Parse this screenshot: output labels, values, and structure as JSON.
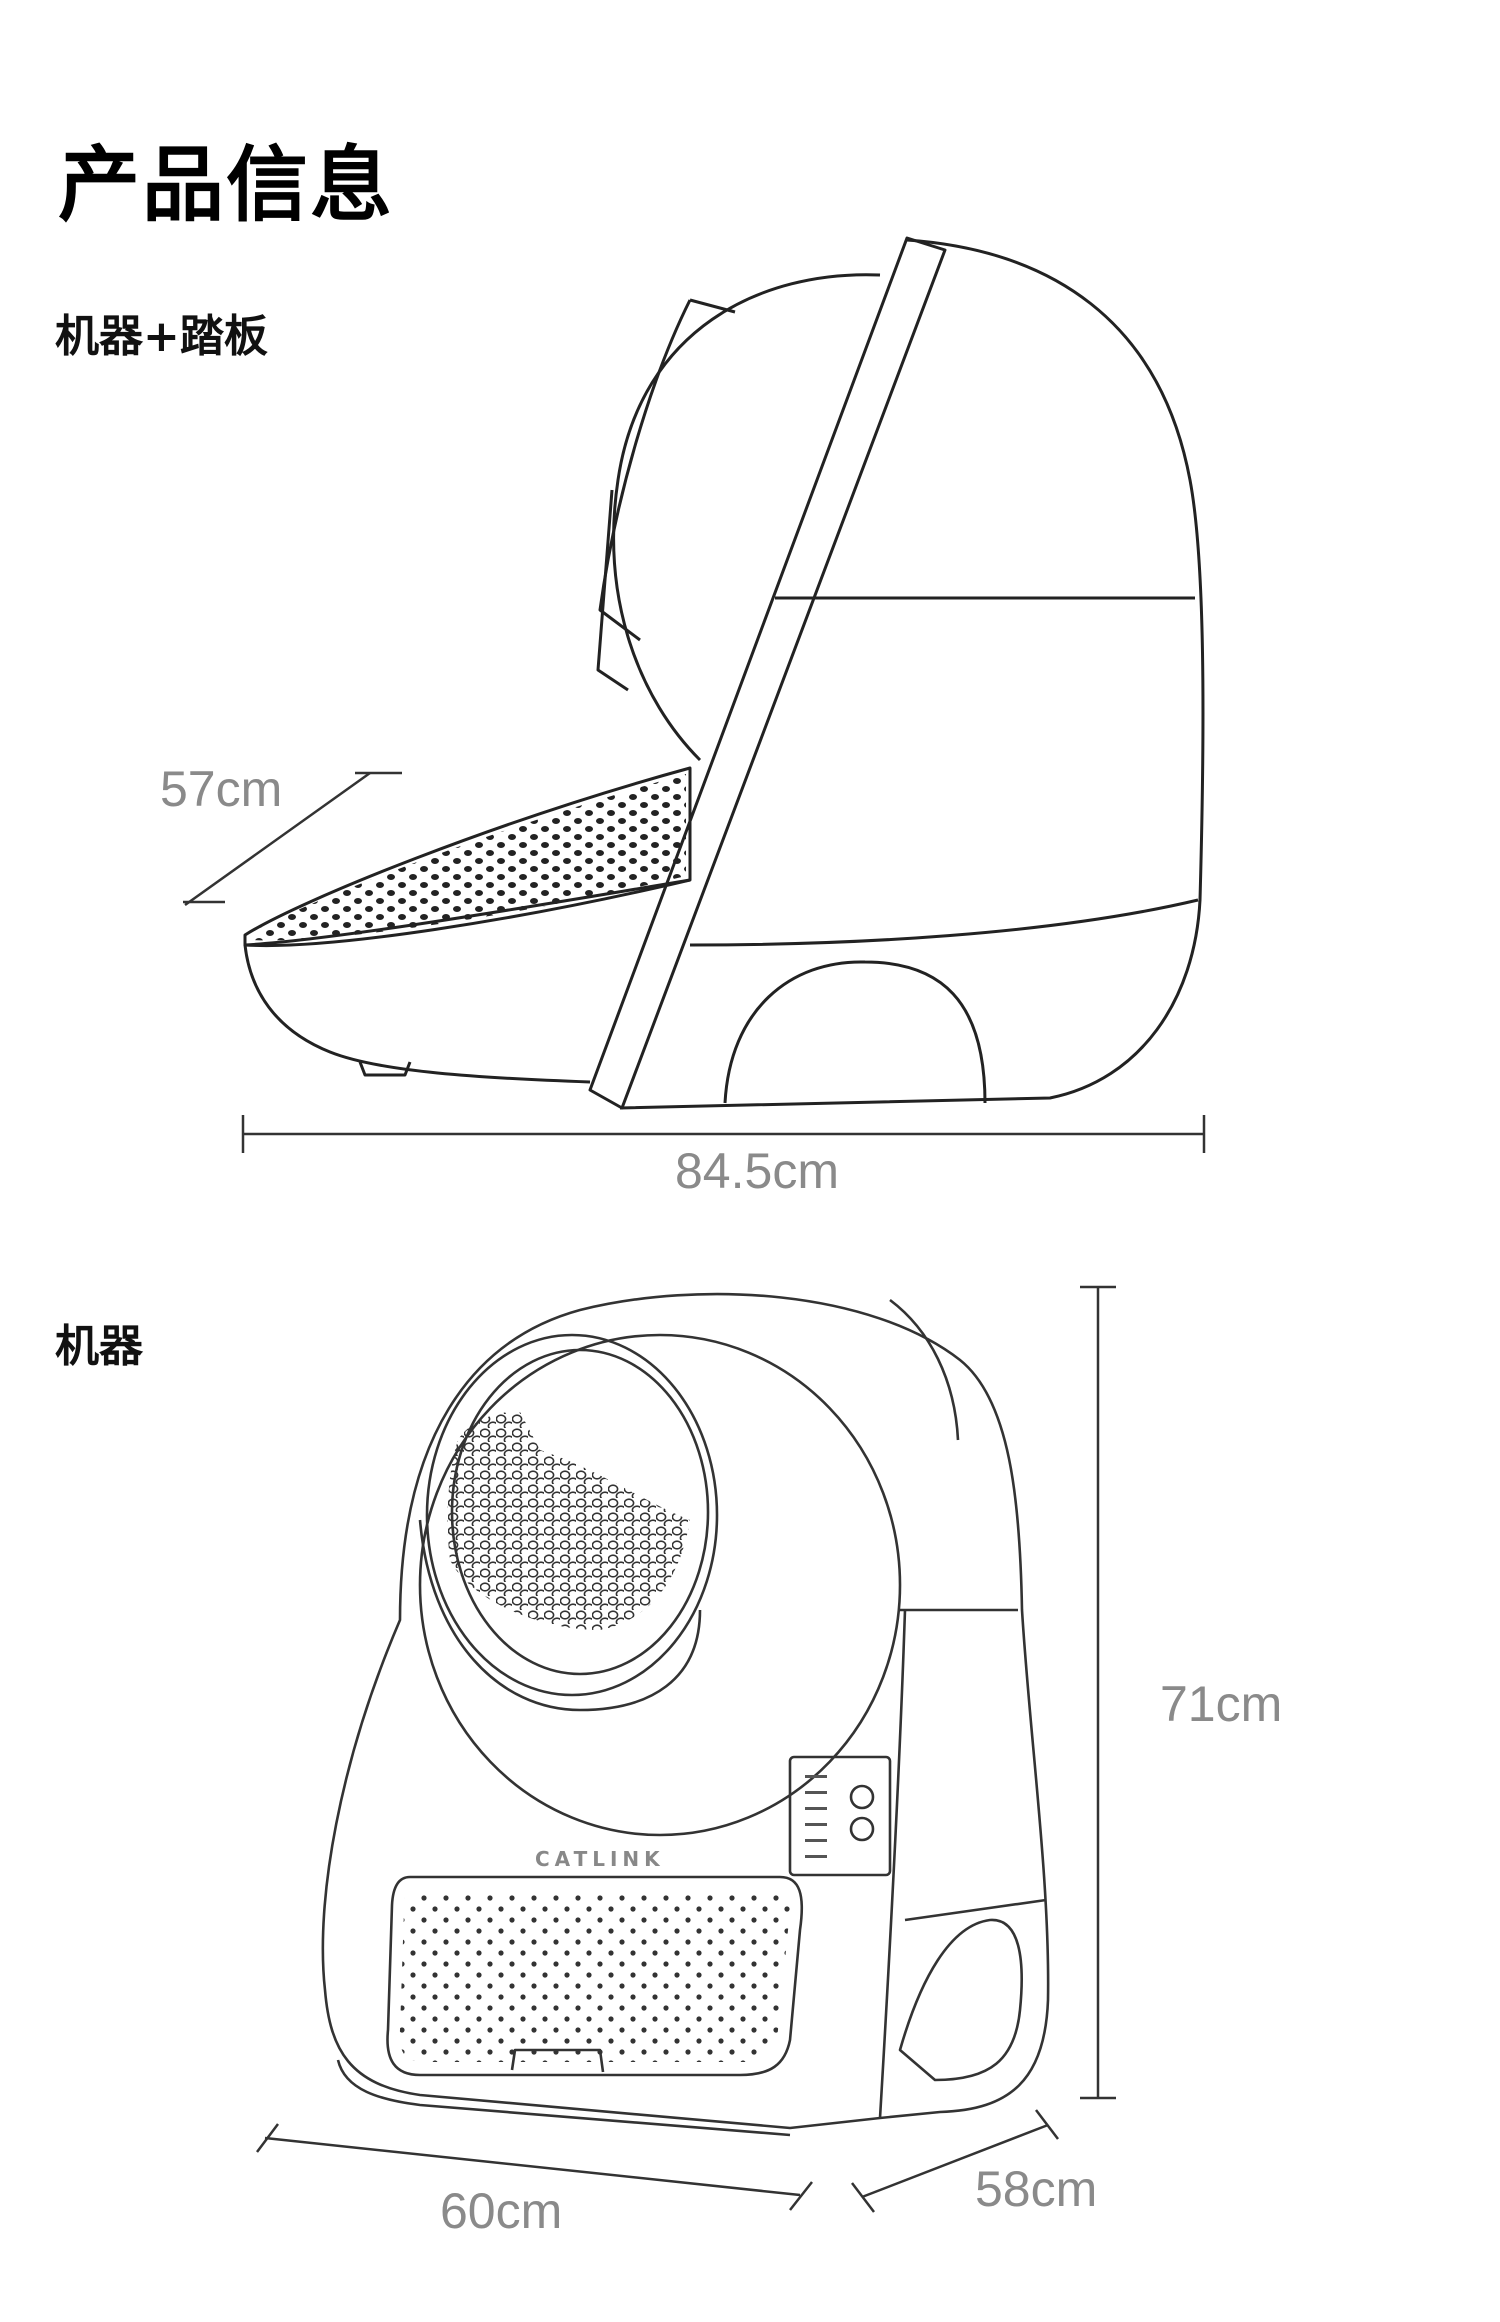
{
  "title": "产品信息",
  "sections": [
    {
      "label": "机器+踏板",
      "dimensions": {
        "depth": "57cm",
        "length": "84.5cm"
      }
    },
    {
      "label": "机器",
      "dimensions": {
        "height": "71cm",
        "width": "60cm",
        "depth": "58cm"
      }
    }
  ],
  "brand_logo_text": "CATLINK"
}
